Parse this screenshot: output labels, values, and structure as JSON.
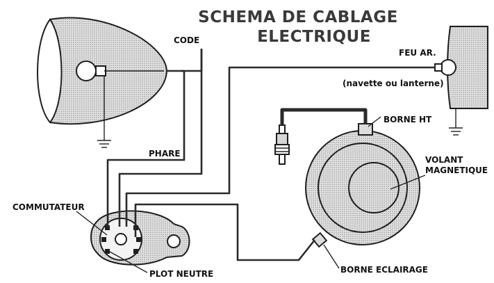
{
  "title": {
    "line1": "SCHEMA DE CABLAGE",
    "line2": "ELECTRIQUE"
  },
  "labels": {
    "code": "CODE",
    "phare": "PHARE",
    "feu_ar": "FEU AR.",
    "navette": "(navette ou lanterne)",
    "borne_ht": "BORNE HT",
    "volant_1": "VOLANT",
    "volant_2": "MAGNETIQUE",
    "commutateur": "COMMUTATEUR",
    "plot_neutre": "PLOT NEUTRE",
    "borne_eclairage": "BORNE ECLAIRAGE"
  },
  "colors": {
    "shade": "#cfcfcf",
    "line": "#1e1e1e",
    "title": "#3a3a3a"
  }
}
